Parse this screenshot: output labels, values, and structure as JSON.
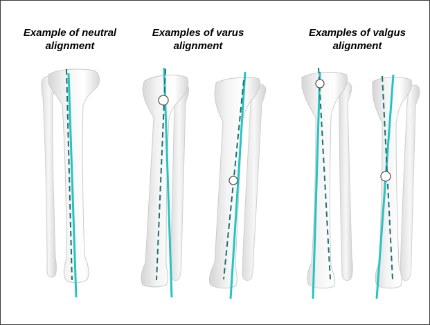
{
  "captions": {
    "neutral": [
      "Example of neutral",
      "alignment"
    ],
    "varus": [
      "Examples of varus",
      "alignment"
    ],
    "valgus": [
      "Examples of valgus",
      "alignment"
    ]
  },
  "colors": {
    "solid_axis": "#27c3c3",
    "dashed_axis": "#1f6e70",
    "bone_fill": "#eeeeee",
    "bone_edge": "#c9c9c9",
    "marker_fill": "#ffffff",
    "marker_edge": "#555555",
    "border": "#3a3a3a"
  }
}
